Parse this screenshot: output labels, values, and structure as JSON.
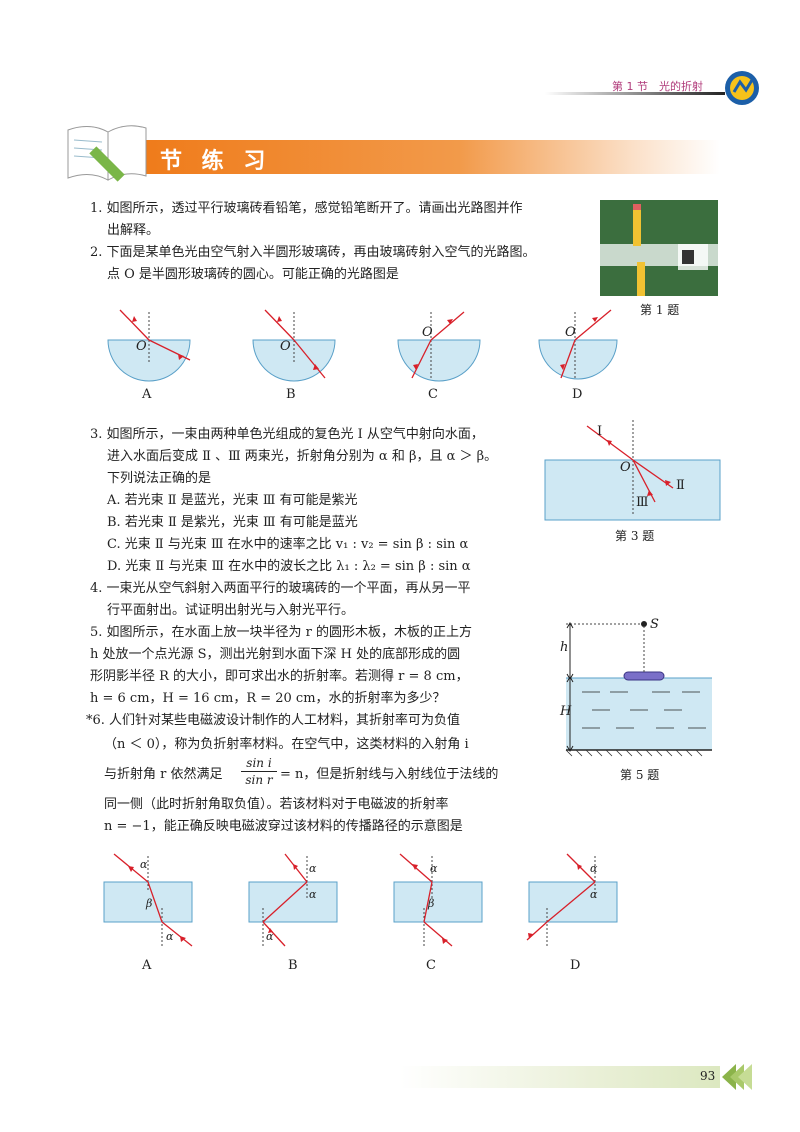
{
  "header": {
    "section": "第 1 节　光的折射"
  },
  "banner": {
    "title": "节 练 习"
  },
  "questions": {
    "q1": {
      "line1": "1. 如图所示，透过平行玻璃砖看铅笔，感觉铅笔断开了。请画出光路图并作",
      "line2": "出解释。"
    },
    "q2": {
      "line1": "2. 下面是某单色光由空气射入半圆形玻璃砖，再由玻璃砖射入空气的光路图。",
      "line2": "点 O 是半圆形玻璃砖的圆心。可能正确的光路图是"
    },
    "q3": {
      "line1": "3. 如图所示，一束由两种单色光组成的复色光 Ⅰ 从空气中射向水面，",
      "line2": "进入水面后变成 Ⅱ 、Ⅲ 两束光，折射角分别为 α 和 β，且 α ＞ β。",
      "line3": "下列说法正确的是",
      "optA": "A. 若光束 Ⅱ 是蓝光，光束 Ⅲ 有可能是紫光",
      "optB": "B. 若光束 Ⅱ 是紫光，光束 Ⅲ 有可能是蓝光",
      "optC": "C. 光束 Ⅱ 与光束 Ⅲ 在水中的速率之比 v₁ : v₂ = sin β : sin α",
      "optD": "D. 光束 Ⅱ 与光束 Ⅲ 在水中的波长之比 λ₁ : λ₂ = sin β : sin α"
    },
    "q4": {
      "line1": "4. 一束光从空气斜射入两面平行的玻璃砖的一个平面，再从另一平",
      "line2": "行平面射出。试证明出射光与入射光平行。"
    },
    "q5": {
      "line1": "5. 如图所示，在水面上放一块半径为 r 的圆形木板，木板的正上方",
      "line2": "h 处放一个点光源 S，测出光射到水面下深 H 处的底部形成的圆",
      "line3": "形阴影半径 R 的大小，即可求出水的折射率。若测得 r = 8 cm，",
      "line4": "h = 6 cm，H = 16 cm，R = 20 cm，水的折射率为多少？"
    },
    "q6": {
      "line1": "*6. 人们针对某些电磁波设计制作的人工材料，其折射率可为负值",
      "line2": "（n ＜ 0），称为负折射率材料。在空气中，这类材料的入射角 i",
      "line3a": "与折射角 r 依然满足",
      "frac_num": "sin i",
      "frac_den": "sin r",
      "line3b": "= n，但是折射线与入射线位于法线的",
      "line4": "同一侧（此时折射角取负值）。若该材料对于电磁波的折射率",
      "line5": "n = −1，能正确反映电磁波穿过该材料的传播路径的示意图是"
    }
  },
  "captions": {
    "fig1": "第 1 题",
    "fig3": "第 3 题",
    "fig5": "第 5 题"
  },
  "fig_labels": {
    "A": "A",
    "B": "B",
    "C": "C",
    "D": "D",
    "O": "O",
    "I": "Ⅰ",
    "II": "Ⅱ",
    "III": "Ⅲ",
    "S": "S",
    "h": "h",
    "H": "H",
    "alpha": "α",
    "beta": "β"
  },
  "page_number": "93",
  "colors": {
    "accent": "#ef7b1a",
    "glass": "#cfe8f3",
    "ray": "#d8202a"
  }
}
